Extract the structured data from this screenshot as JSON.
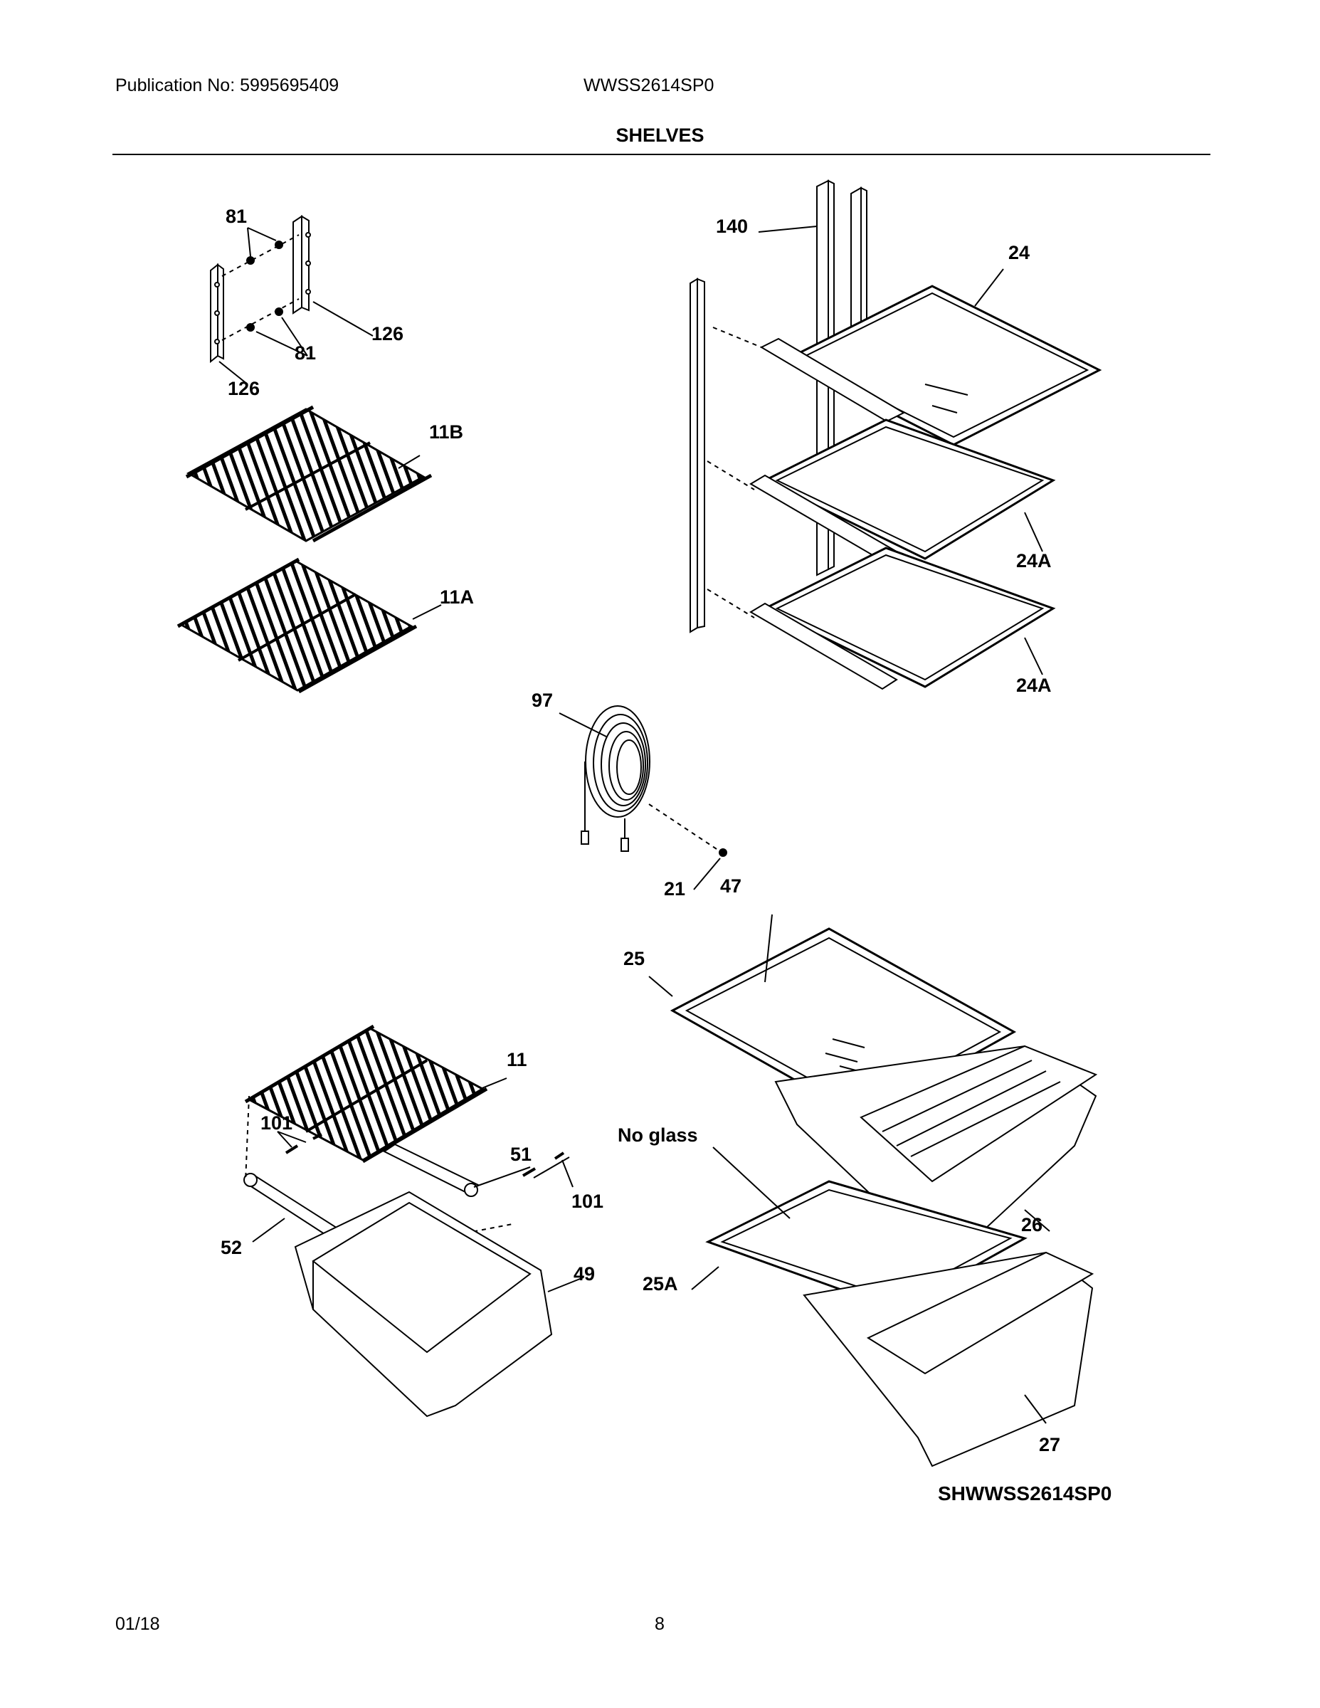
{
  "header": {
    "publication": "Publication No: 5995695409",
    "model": "WWSS2614SP0",
    "section_title": "SHELVES"
  },
  "parts": {
    "p81_top": "81",
    "p81_bottom": "81",
    "p126_right": "126",
    "p126_left": "126",
    "p11B": "11B",
    "p11A": "11A",
    "p140": "140",
    "p24": "24",
    "p24A_mid": "24A",
    "p24A_low": "24A",
    "p97": "97",
    "p21": "21",
    "p47": "47",
    "p25": "25",
    "p11": "11",
    "p101_left": "101",
    "p51": "51",
    "p101_right": "101",
    "p52": "52",
    "p49": "49",
    "no_glass": "No glass",
    "p26": "26",
    "p25A": "25A",
    "p27": "27"
  },
  "diagram_code": "SHWWSS2614SP0",
  "footer": {
    "date": "01/18",
    "page": "8"
  }
}
